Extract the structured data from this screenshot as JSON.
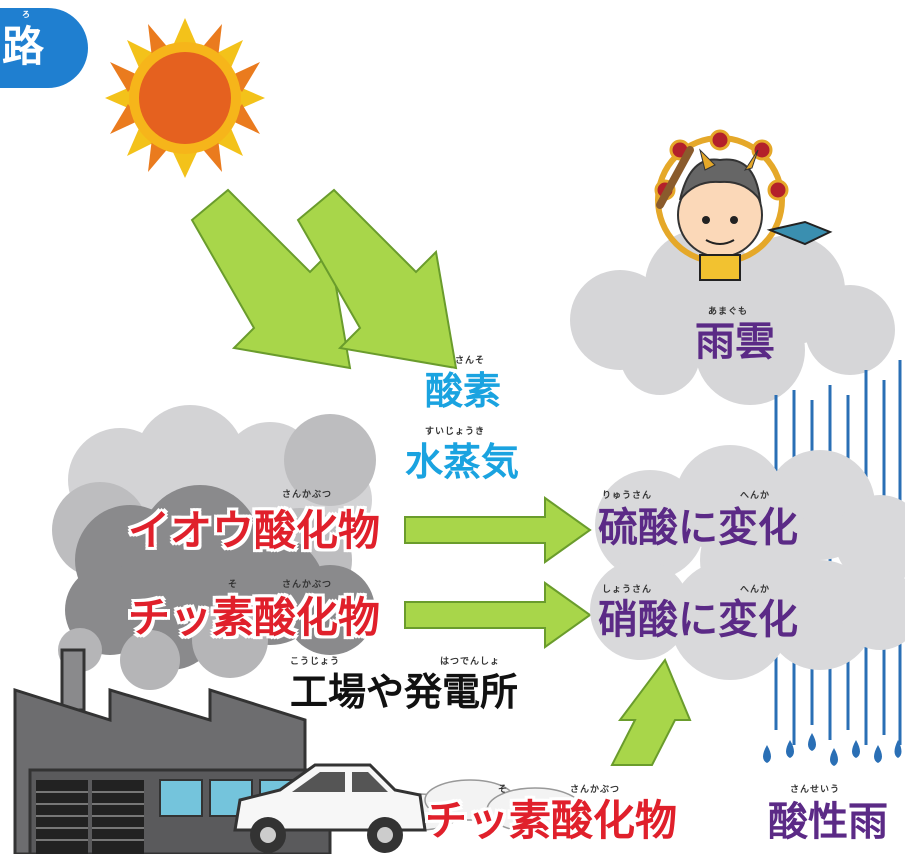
{
  "tag": {
    "text": "路",
    "ruby": "ろ"
  },
  "labels": {
    "oxygen": {
      "text": "酸素",
      "ruby": "さんそ",
      "color": "#1aa3e0"
    },
    "vapor": {
      "text": "水蒸気",
      "ruby": "すいじょうき",
      "color": "#1aa3e0"
    },
    "sulfur_oxide": {
      "text": "イオウ酸化物",
      "ruby": "さんかぶつ",
      "color": "#e0202b"
    },
    "nitrogen_oxide": {
      "text": "チッ素酸化物",
      "ruby_so": "そ",
      "ruby": "さんかぶつ",
      "color": "#e0202b"
    },
    "factory": {
      "text": "工場や発電所",
      "ruby1": "こうじょう",
      "ruby2": "はつでんしょ",
      "color": "#111111"
    },
    "car_exhaust": {
      "text": "チッ素酸化物",
      "ruby_so": "そ",
      "ruby": "さんかぶつ",
      "color": "#e0202b"
    },
    "rain_cloud": {
      "text": "雨雲",
      "ruby": "あまぐも",
      "color": "#5b2a86"
    },
    "sulfuric": {
      "text": "硫酸に変化",
      "ruby1": "りゅうさん",
      "ruby2": "へんか",
      "color": "#5b2a86"
    },
    "nitric": {
      "text": "硝酸に変化",
      "ruby1": "しょうさん",
      "ruby2": "へんか",
      "color": "#5b2a86"
    },
    "acid_rain": {
      "text": "酸性雨",
      "ruby": "さんせいう",
      "color": "#5b2a86"
    }
  },
  "colors": {
    "arrow": "#a8d64a",
    "arrow_stroke": "#6a9c2c",
    "rain": "#2a6fb5",
    "cloud": "#d6d6d8",
    "smoke": "#8a8a8c"
  }
}
